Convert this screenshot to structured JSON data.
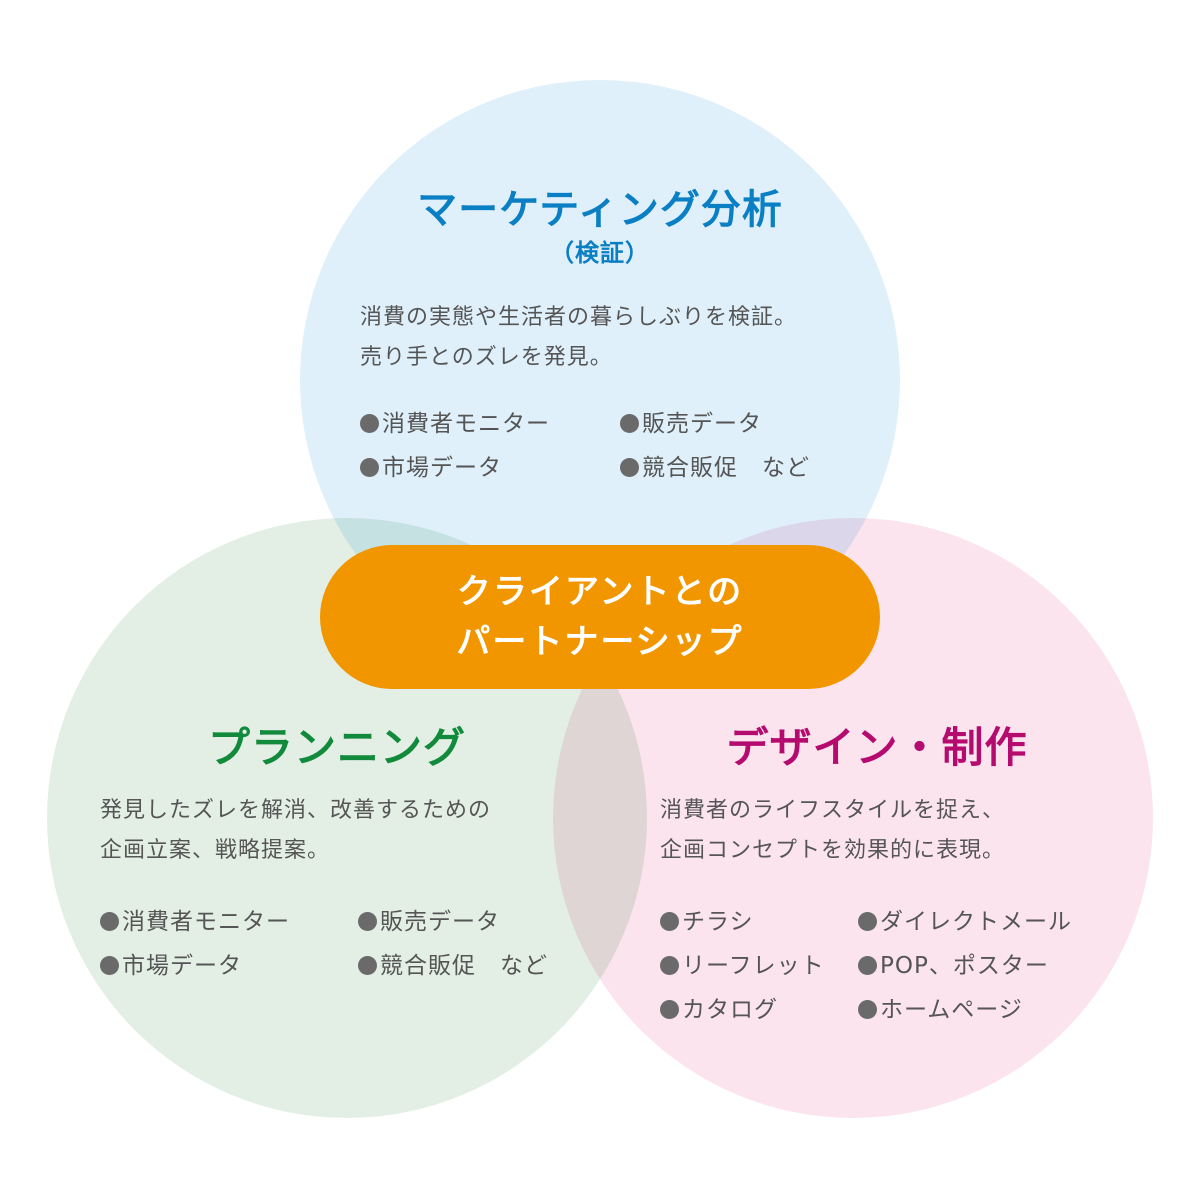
{
  "colors": {
    "top_circle": "#dff0fb",
    "left_circle": "#e3efe5",
    "right_circle": "#fbe4ee",
    "top_title": "#0a7fc3",
    "left_title": "#118a3c",
    "right_title": "#b50a6e",
    "center_pill": "#f29600",
    "bullet": "#6a6a6a"
  },
  "top": {
    "title": "マーケティング分析",
    "subtitle": "（検証）",
    "desc_line1": "消費の実態や生活者の暮らしぶりを検証。",
    "desc_line2": "売り手とのズレを発見。",
    "items": [
      "消費者モニター",
      "販売データ",
      "市場データ",
      "競合販促　など"
    ]
  },
  "center": {
    "line1": "クライアントとの",
    "line2": "パートナーシップ"
  },
  "left": {
    "title": "プランニング",
    "desc_line1": "発見したズレを解消、改善するための",
    "desc_line2": "企画立案、戦略提案。",
    "items": [
      "消費者モニター",
      "販売データ",
      "市場データ",
      "競合販促　など"
    ]
  },
  "right": {
    "title": "デザイン・制作",
    "desc_line1": "消費者のライフスタイルを捉え、",
    "desc_line2": "企画コンセプトを効果的に表現。",
    "items": [
      "チラシ",
      "ダイレクトメール",
      "リーフレット",
      "POP、ポスター",
      "カタログ",
      "ホームページ"
    ]
  }
}
